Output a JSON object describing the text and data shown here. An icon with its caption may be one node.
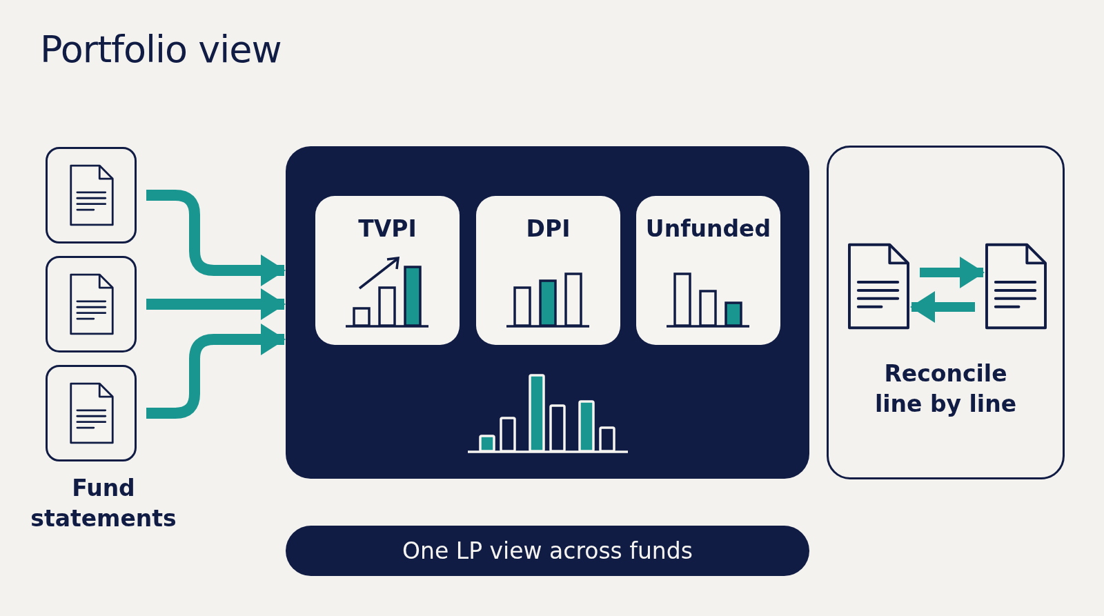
{
  "diagram": {
    "title": "Portfolio view",
    "nodes": [
      {
        "text": [],
        "shape": "box"
      },
      {
        "text": [],
        "shape": "box"
      },
      {
        "text": [],
        "shape": "box"
      },
      {
        "text": [],
        "shape": "box"
      },
      {
        "text": [
          "TVPI"
        ],
        "in": 3
      },
      {
        "text": [
          "DPI"
        ],
        "in": 3
      },
      {
        "text": [
          "Unfunded"
        ],
        "in": 3
      },
      {
        "text": [
          "Reconcile line by line"
        ]
      },
      {
        "text": [],
        "shape": "document",
        "in": 7
      },
      {
        "text": [],
        "shape": "document",
        "in": 7
      },
      {
        "text": [
          "One LP view across funds"
        ]
      }
    ],
    "edges": [
      {
        "from": 0,
        "to": 3,
        "arrow": "to"
      },
      {
        "from": 1,
        "to": 3,
        "arrow": "to"
      },
      {
        "from": 2,
        "to": 3,
        "arrow": "to"
      },
      {
        "from": 8,
        "to": 9,
        "arrow": "to"
      },
      {
        "from": 9,
        "to": 8,
        "arrow": "to"
      }
    ],
    "labels": [
      "Fund statements"
    ]
  }
}
